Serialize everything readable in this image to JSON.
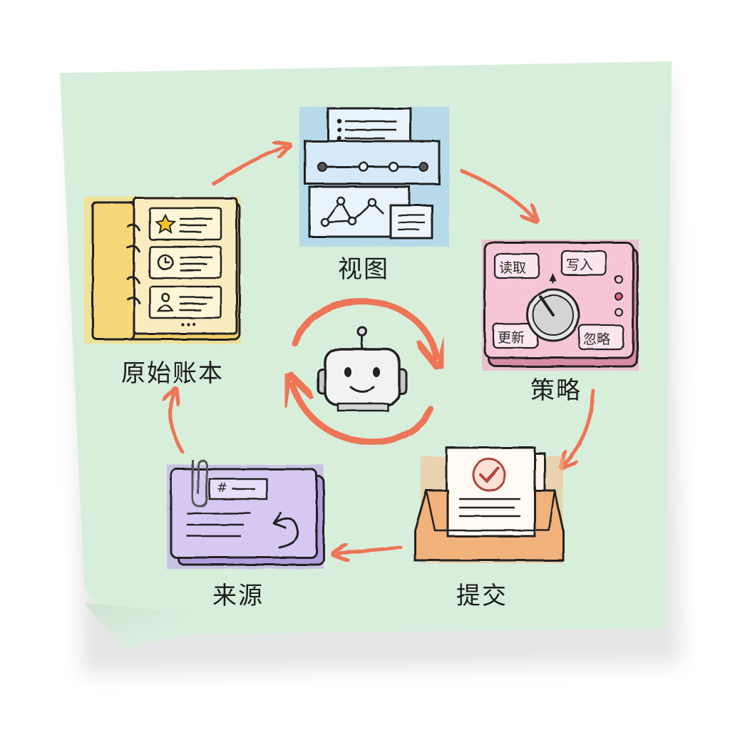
{
  "nodes": {
    "ledger": {
      "label": "原始账本",
      "color": "#f7dc7d"
    },
    "views": {
      "label": "视图",
      "color": "#a9d2f2"
    },
    "policy": {
      "label": "策略",
      "color": "#f2a9c4",
      "options": {
        "read": "读取",
        "write": "写入",
        "update": "更新",
        "ignore": "忽略"
      }
    },
    "submit": {
      "label": "提交",
      "color": "#f5b98a"
    },
    "source": {
      "label": "来源",
      "color": "#c4b1ea",
      "tag": "#"
    }
  },
  "colors": {
    "arrow": "#ee7457",
    "ink": "#222222",
    "note": "#d7eedb"
  },
  "icons": {
    "ledger": [
      "star-icon",
      "clock-icon",
      "user-icon"
    ],
    "source": [
      "paperclip-icon",
      "undo-arrow-icon"
    ],
    "submit": [
      "checkmark-icon"
    ],
    "center": "robot-icon"
  }
}
